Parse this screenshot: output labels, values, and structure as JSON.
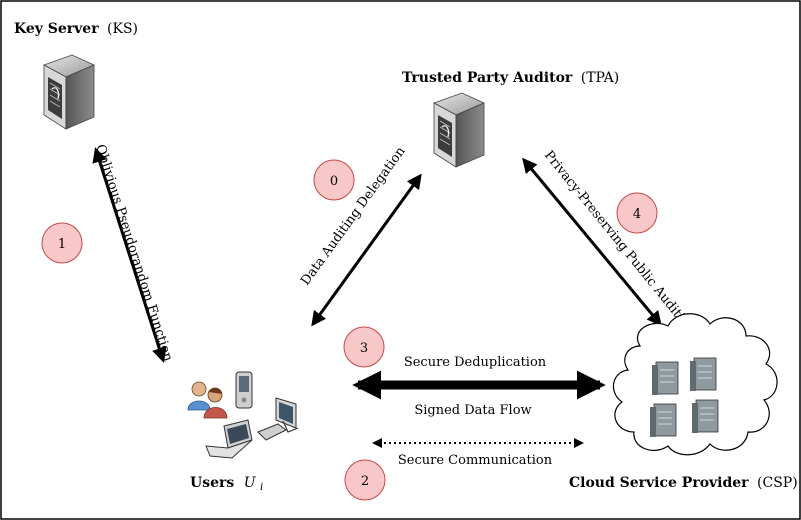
{
  "nodes": {
    "key_server": {
      "name": "Key Server",
      "abbr": "(KS)"
    },
    "tpa": {
      "name": "Trusted Party Auditor",
      "abbr": "(TPA)"
    },
    "users": {
      "name": "Users",
      "symbol": "U",
      "subscript": "i"
    },
    "csp": {
      "name": "Cloud Service Provider",
      "abbr": "(CSP)"
    }
  },
  "edges": {
    "oprf": "Oblivious Pseudorandom Function",
    "delegation": "Data Auditing Delegation",
    "public_auditing": "Privacy-Preserving Public Auditing",
    "dedup": "Secure Deduplication",
    "signed_flow": "Signed Data Flow",
    "secure_comm": "Secure Communication"
  },
  "steps": [
    "0",
    "1",
    "2",
    "3",
    "4"
  ],
  "colors": {
    "step_fill": "#f8c8c8",
    "step_stroke": "#c44848",
    "server": "#8a8a8a",
    "arrow": "#000000"
  },
  "icons": {
    "key_server": "server-icon",
    "tpa": "server-icon",
    "users": "users-devices-icon",
    "csp": "cloud-servers-icon"
  }
}
